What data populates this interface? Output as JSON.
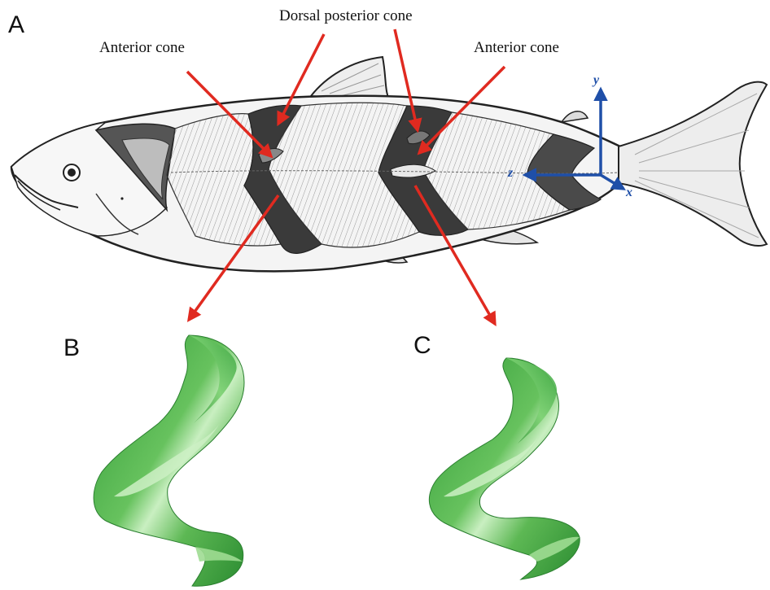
{
  "panels": {
    "a": "A",
    "b": "B",
    "c": "C"
  },
  "labels": {
    "dorsal_posterior_cone": "Dorsal posterior cone",
    "anterior_cone_left": "Anterior cone",
    "anterior_cone_right": "Anterior cone"
  },
  "axes": {
    "y": "y",
    "z": "z",
    "x": "x"
  },
  "colors": {
    "arrow": "#e02a20",
    "axis": "#1f4fa8",
    "myomere_green": "#4cb548",
    "myomere_highlight": "#bfe8b6",
    "fish_outline": "#222222",
    "fish_dark_muscle": "#3a3a3a"
  }
}
